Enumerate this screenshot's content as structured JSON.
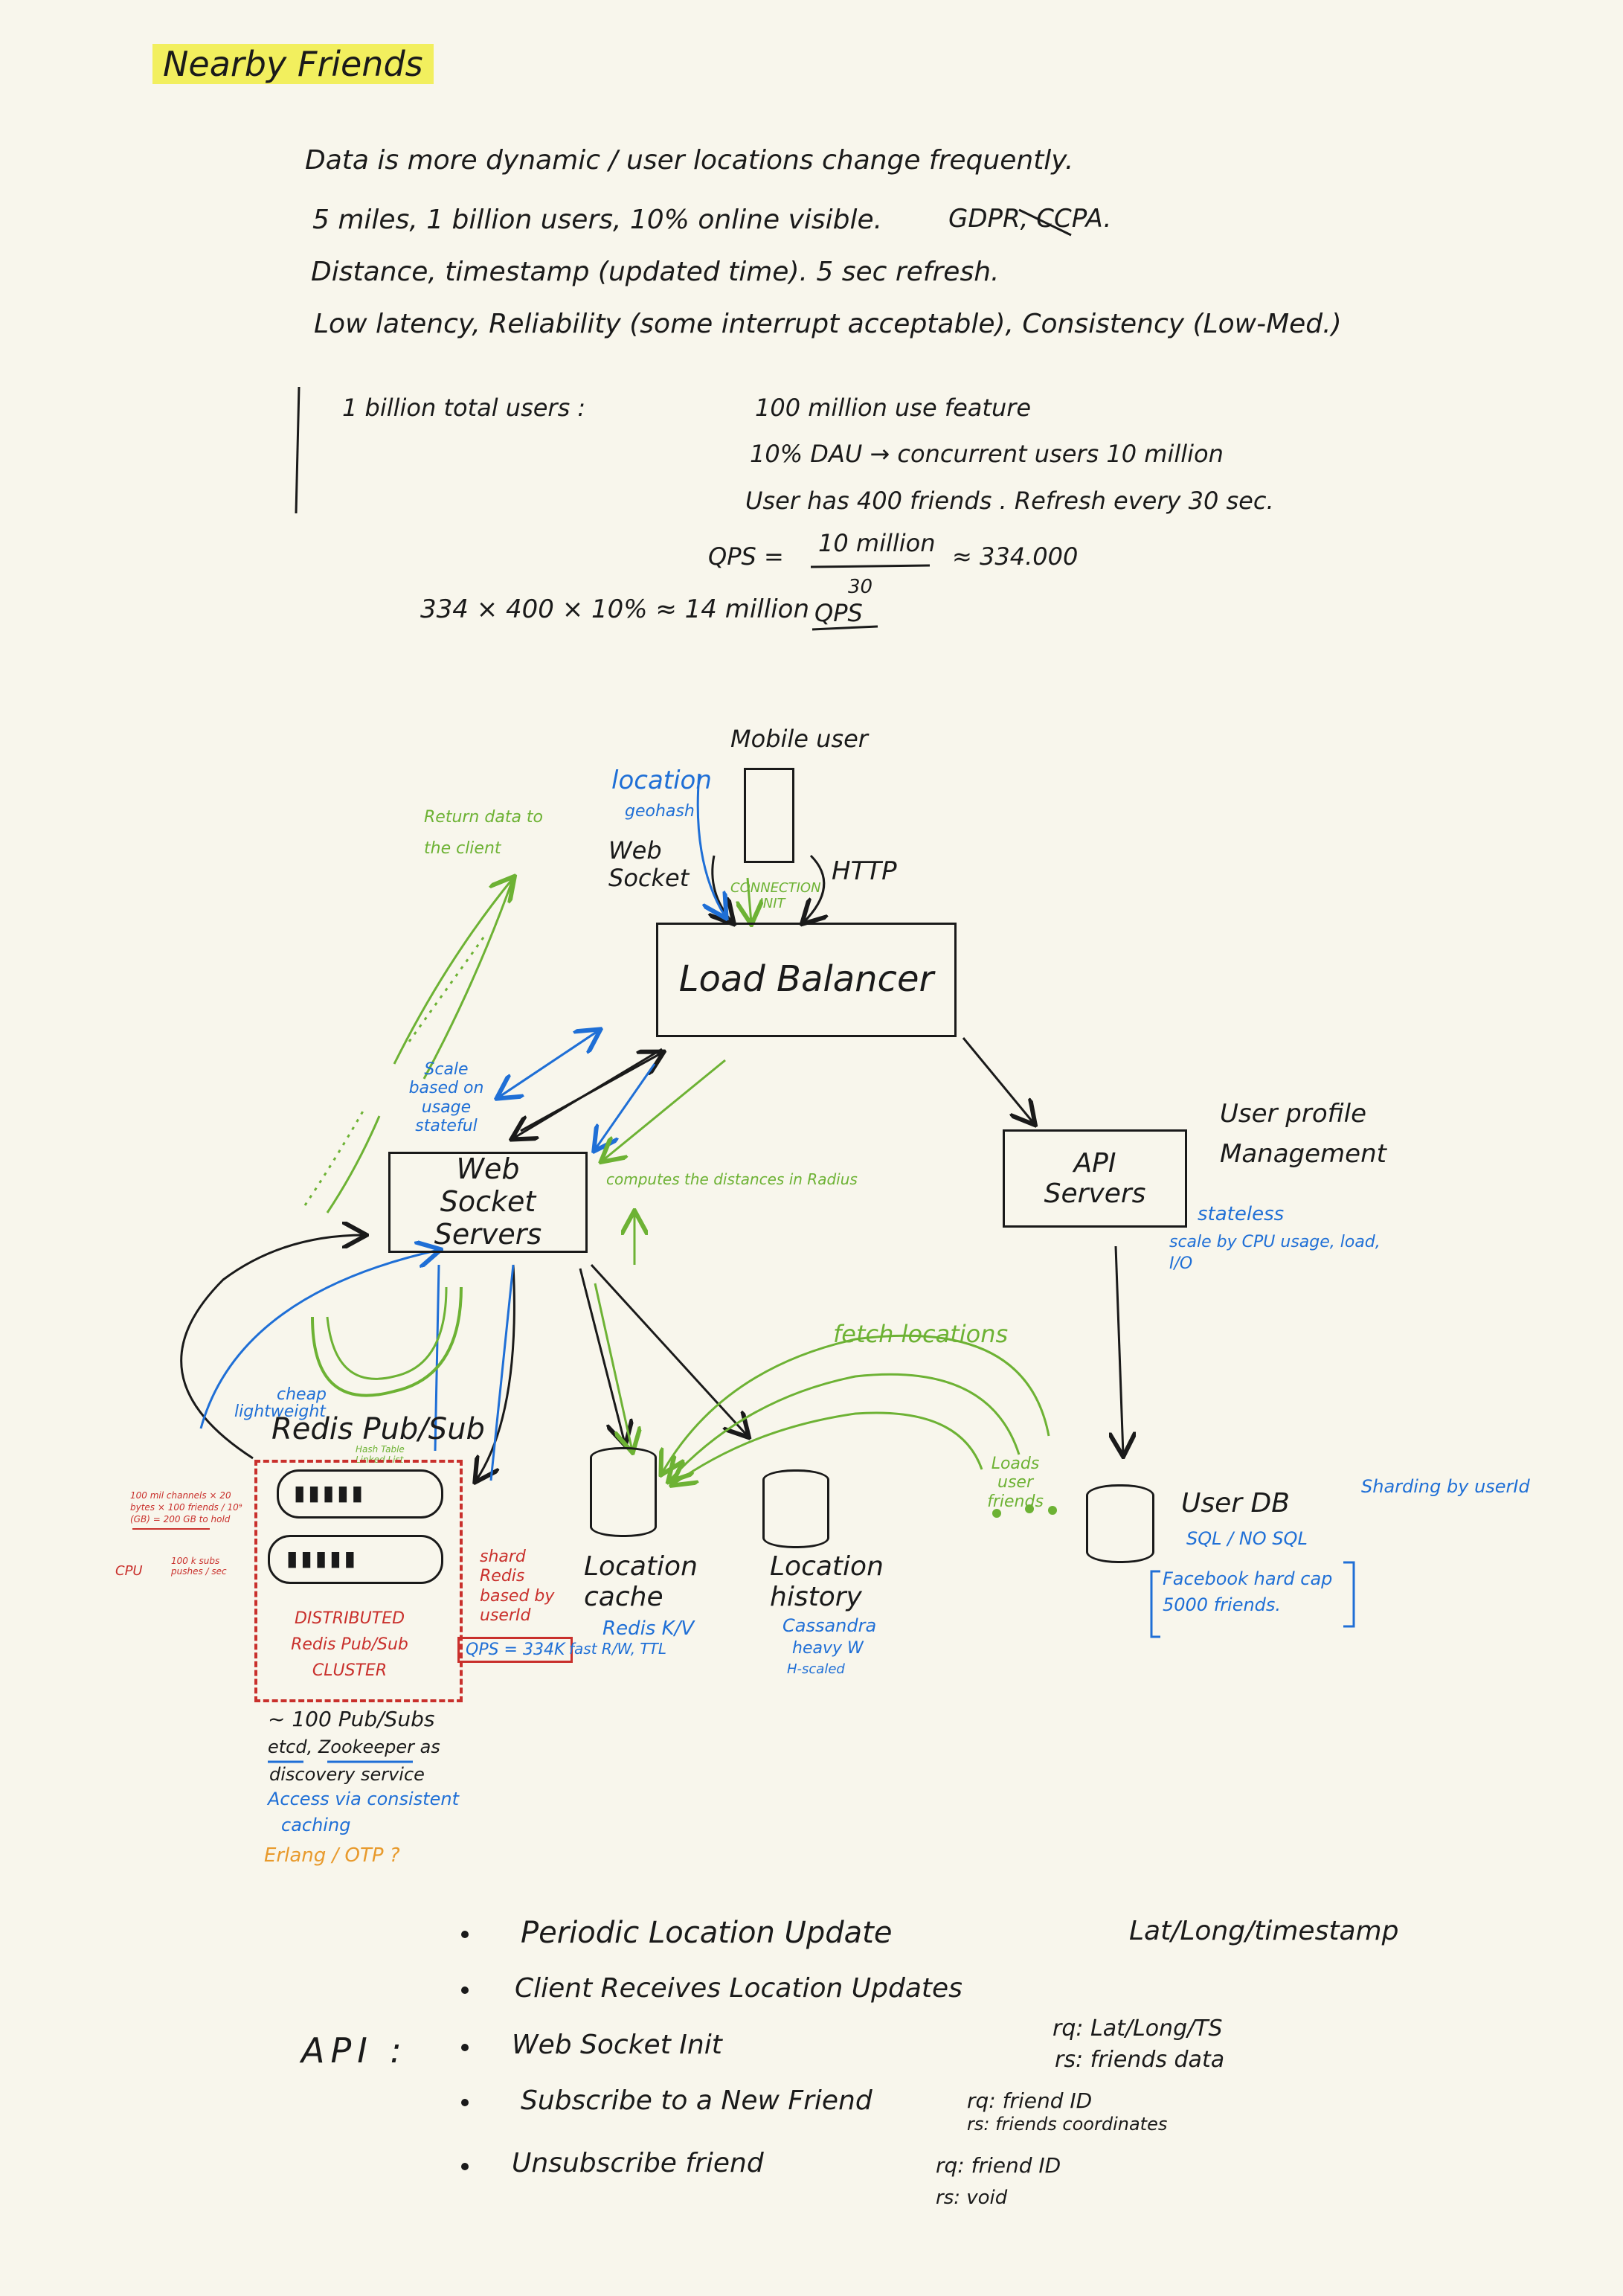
{
  "title": "Nearby Friends",
  "requirements": [
    "Data is more dynamic / user locations change frequently.",
    "5 miles, 1 billion users, 10% online visible.",
    "GDPR, CCPA.",
    "Distance, timestamp (updated time). 5 sec refresh.",
    "Low latency, Reliability (some interrupt acceptable), Consistency (Low-Med.)"
  ],
  "estimates": {
    "users_label": "1 billion total users :",
    "feature_users": "100 million use feature",
    "dau": "10% DAU → concurrent users 10 million",
    "friends": "User has 400 friends . Refresh every 30 sec.",
    "qps_label": "QPS =",
    "qps_numerator": "10 million",
    "qps_denominator": "30",
    "qps_result": "≈ 334.000",
    "push_qps": "334 × 400 × 10% ≈ 14 million",
    "push_qps_unit": "QPS"
  },
  "diagram": {
    "mobile_user": "Mobile user",
    "location": "location",
    "geohash": "geohash",
    "websocket": "Web Socket",
    "connection_init": "CONNECTION INIT",
    "http": "HTTP",
    "return_data": "Return data to the client",
    "load_balancer": "Load Balancer",
    "scale_usage": "Scale based on usage stateful",
    "websocket_servers": "Web Socket Servers",
    "computes_distances": "computes the distances in Radius",
    "api_servers": "API Servers",
    "user_profile": "User profile Management",
    "stateless": "stateless",
    "scale_cpu": "scale by CPU usage, load, I/O",
    "fetch_locations": "fetch locations",
    "loads_user_friends": "Loads user friends",
    "cheap": "cheap",
    "lightweight": "lightweight",
    "redis_pubsub": "Redis Pub/Sub",
    "hash_table": "Hash Table Linked List",
    "memory_calc": "100 mil channels × 20 bytes × 100 friends / 10⁹ (GB) = 200 GB to hold",
    "cpu_label": "CPU",
    "cpu_calc": "100 k subs pushes / sec",
    "cluster": "DISTRIBUTED Redis Pub/Sub CLUSTER",
    "shard_redis": "shard Redis based by userId",
    "qps_box": "QPS = 334K",
    "location_cache": "Location cache",
    "redis_kv": "Redis K/V",
    "fast_rw": "fast R/W, TTL",
    "location_history": "Location history",
    "cassandra": "Cassandra",
    "heavy_w": "heavy W",
    "h_scaled": "H-scaled",
    "user_db": "User DB",
    "sql_nosql": "SQL / NO SQL",
    "sharding": "Sharding by userId",
    "facebook_cap": "Facebook hard cap 5000 friends.",
    "pubsubs_count": "~ 100 Pub/Subs",
    "etcd_zookeeper": "etcd, Zookeeper as",
    "discovery": "discovery service",
    "access_consistent": "Access via consistent",
    "caching": "caching",
    "erlang": "Erlang / OTP ?"
  },
  "api": {
    "label": "API :",
    "items": [
      "Periodic Location Update",
      "Client Receives Location Updates",
      "Web Socket Init",
      "Subscribe to a New Friend",
      "Unsubscribe friend"
    ],
    "notes": {
      "periodic": "Lat/Long/timestamp",
      "ws_rq": "rq: Lat/Long/TS",
      "ws_rs": "rs: friends data",
      "sub_rq": "rq: friend ID",
      "sub_rs": "rs: friends coordinates",
      "unsub_rq": "rq: friend ID",
      "unsub_rs": "rs: void"
    }
  }
}
